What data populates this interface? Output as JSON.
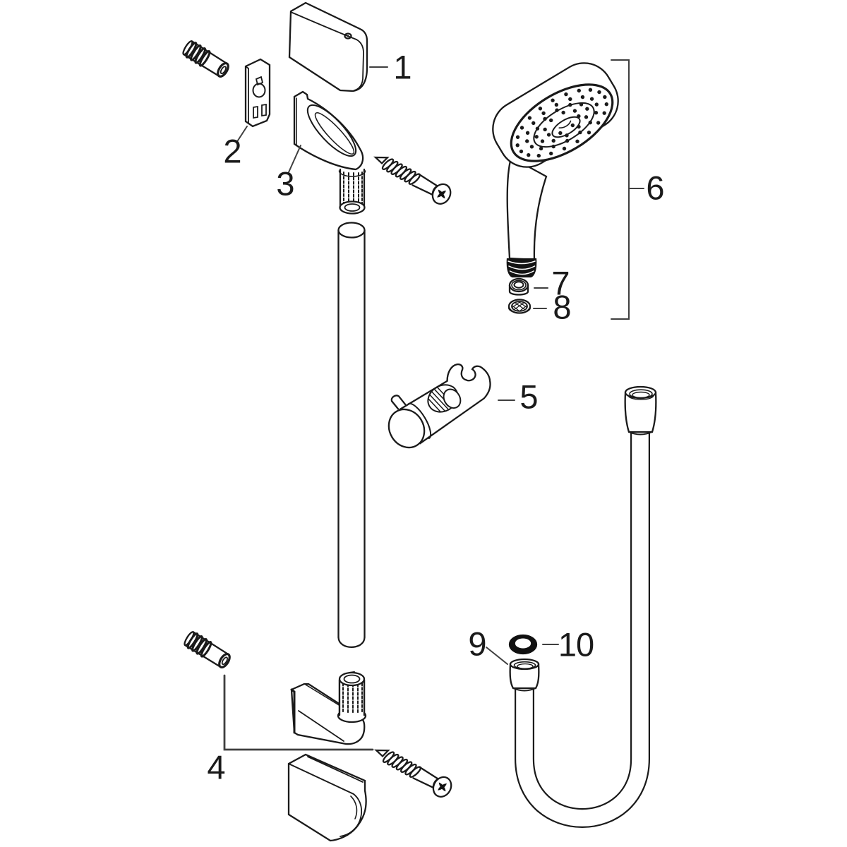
{
  "diagram_type": "exploded-parts-diagram",
  "subject": "hand-shower-slide-bar-set",
  "parts": [
    {
      "number": "1",
      "name": "cover-cap-upper"
    },
    {
      "number": "2",
      "name": "wall-plate"
    },
    {
      "number": "3",
      "name": "upper-wall-bracket"
    },
    {
      "number": "4",
      "name": "lower-wall-bracket"
    },
    {
      "number": "5",
      "name": "shower-holder-slider"
    },
    {
      "number": "6",
      "name": "hand-shower"
    },
    {
      "number": "7",
      "name": "washer"
    },
    {
      "number": "8",
      "name": "filter-seal"
    },
    {
      "number": "9",
      "name": "shower-hose"
    },
    {
      "number": "10",
      "name": "o-ring"
    }
  ],
  "unlabeled_components": [
    "wall-anchor-upper",
    "wall-anchor-lower",
    "mounting-screw-upper",
    "mounting-screw-lower",
    "slide-bar",
    "cover-cap-lower"
  ],
  "colors": {
    "background": "#ffffff",
    "line": "#1a1a1a",
    "leader": "#3f3f3f",
    "seal_black": "#111111"
  }
}
